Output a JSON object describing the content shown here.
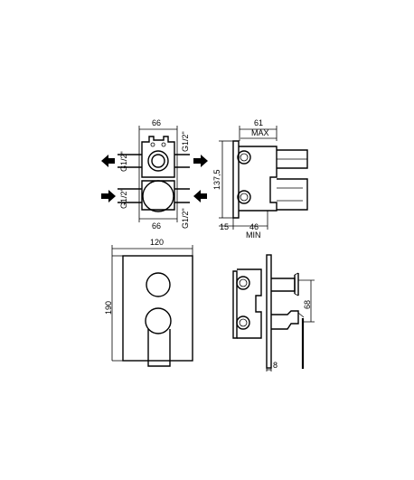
{
  "dimensions": {
    "top_width_66": "66",
    "bottom_width_66": "66",
    "thread_top_left": "G1/2\"",
    "thread_top_right": "G1/2\"",
    "thread_bottom_left": "G1/2\"",
    "thread_bottom_right": "G1/2\"",
    "side_depth_61": "61",
    "max_label": "MAX",
    "height_137_5": "137,5",
    "offset_15": "15",
    "min_depth_46": "46",
    "min_label": "MIN",
    "plate_width_120": "120",
    "plate_height_190": "190",
    "knob_offset_68": "68",
    "plate_thickness_8": "8"
  },
  "colors": {
    "line": "#000000",
    "background": "#ffffff"
  }
}
